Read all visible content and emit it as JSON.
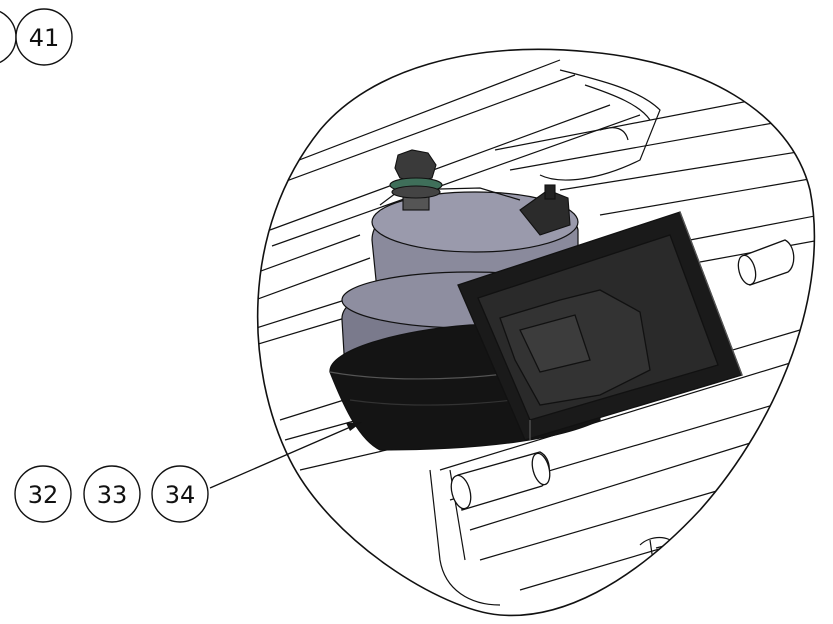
{
  "balloons_top": [
    "41"
  ],
  "balloons_bottom": [
    "32",
    "33",
    "34"
  ],
  "colors": {
    "line": "#111111",
    "black_part": "#141414",
    "black_part_face": "#2a2a2a",
    "gray_part": "#8a8a9c",
    "gray_part_dark": "#6e6e80",
    "bolt": "#3a3a3a",
    "washer_green": "#3f6f5a",
    "background": "#ffffff"
  },
  "icons": [
    "leader-arrow"
  ]
}
